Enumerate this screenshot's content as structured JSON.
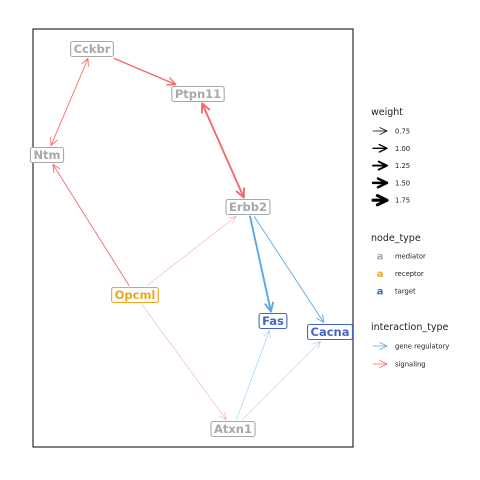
{
  "colors": {
    "mediator": "#a8a8a8",
    "receptor": "#f0a51e",
    "target": "#4565c4",
    "gene_regulatory": "#5aa9e6",
    "signaling": "#f26b6b"
  },
  "nodes": [
    {
      "id": "Cckbr",
      "label": "Cckbr",
      "type": "mediator"
    },
    {
      "id": "Ptpn11",
      "label": "Ptpn11",
      "type": "mediator"
    },
    {
      "id": "Ntm",
      "label": "Ntm",
      "type": "mediator"
    },
    {
      "id": "Erbb2",
      "label": "Erbb2",
      "type": "mediator"
    },
    {
      "id": "Opcml",
      "label": "Opcml",
      "type": "receptor"
    },
    {
      "id": "Fas",
      "label": "Fas",
      "type": "target"
    },
    {
      "id": "Cacna",
      "label": "Cacna",
      "type": "target"
    },
    {
      "id": "Atxn1",
      "label": "Atxn1",
      "type": "mediator"
    }
  ],
  "edges": [
    {
      "from": "Cckbr",
      "to": "Ptpn11",
      "type": "signaling",
      "weight": 1.25,
      "bidirectional": false
    },
    {
      "from": "Cckbr",
      "to": "Ntm",
      "type": "signaling",
      "weight": 1.0,
      "bidirectional": true
    },
    {
      "from": "Ptpn11",
      "to": "Erbb2",
      "type": "signaling",
      "weight": 1.5,
      "bidirectional": true
    },
    {
      "from": "Opcml",
      "to": "Ntm",
      "type": "signaling",
      "weight": 1.0,
      "bidirectional": false
    },
    {
      "from": "Opcml",
      "to": "Erbb2",
      "type": "signaling",
      "weight": 0.75,
      "bidirectional": false
    },
    {
      "from": "Opcml",
      "to": "Atxn1",
      "type": "signaling",
      "weight": 0.75,
      "bidirectional": false
    },
    {
      "from": "Erbb2",
      "to": "Fas",
      "type": "gene_regulatory",
      "weight": 1.5,
      "bidirectional": false
    },
    {
      "from": "Erbb2",
      "to": "Cacna",
      "type": "gene_regulatory",
      "weight": 1.0,
      "bidirectional": false
    },
    {
      "from": "Atxn1",
      "to": "Fas",
      "type": "gene_regulatory",
      "weight": 0.75,
      "bidirectional": false
    },
    {
      "from": "Atxn1",
      "to": "Cacna",
      "type": "gene_regulatory",
      "weight": 0.75,
      "bidirectional": false
    }
  ],
  "legend": {
    "weight": {
      "title": "weight",
      "items": [
        {
          "label": "0.75",
          "value": 0.75
        },
        {
          "label": "1.00",
          "value": 1.0
        },
        {
          "label": "1.25",
          "value": 1.25
        },
        {
          "label": "1.50",
          "value": 1.5
        },
        {
          "label": "1.75",
          "value": 1.75
        }
      ]
    },
    "node_type": {
      "title": "node_type",
      "glyph": "a",
      "items": [
        {
          "label": "mediator",
          "type": "mediator"
        },
        {
          "label": "receptor",
          "type": "receptor"
        },
        {
          "label": "target",
          "type": "target"
        }
      ]
    },
    "interaction_type": {
      "title": "interaction_type",
      "items": [
        {
          "label": "gene regulatory",
          "type": "gene_regulatory"
        },
        {
          "label": "signaling",
          "type": "signaling"
        }
      ]
    }
  }
}
